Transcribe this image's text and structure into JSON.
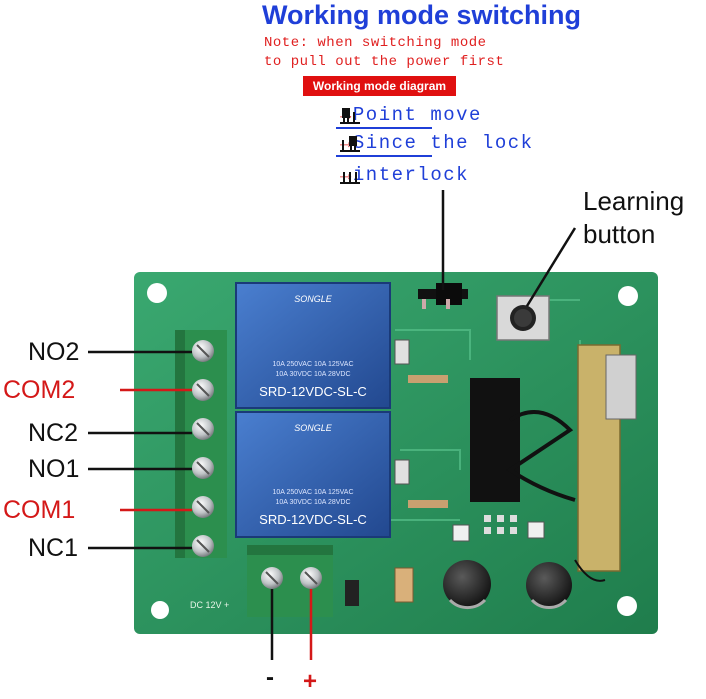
{
  "title": "Working mode switching",
  "note_lines": [
    "Note: when switching mode",
    "to pull out the power first"
  ],
  "diagram_badge": "Working mode diagram",
  "modes": [
    {
      "arrow": "→",
      "label": "Point move"
    },
    {
      "arrow": "→",
      "label": "Since the lock"
    },
    {
      "arrow": "→",
      "label": "interlock"
    }
  ],
  "learning_button_lines": [
    "Learning",
    "button"
  ],
  "pins": [
    {
      "label": "NO2",
      "color": "#111111"
    },
    {
      "label": "COM2",
      "color": "#d41818"
    },
    {
      "label": "NC2",
      "color": "#111111"
    },
    {
      "label": "NO1",
      "color": "#111111"
    },
    {
      "label": "COM1",
      "color": "#d41818"
    },
    {
      "label": "NC1",
      "color": "#111111"
    }
  ],
  "relays": [
    {
      "brand": "SONGLE",
      "rating1": "10A 250VAC  10A 125VAC",
      "rating2": "10A 30VDC  10A 28VDC",
      "model": "SRD-12VDC-SL-C"
    },
    {
      "brand": "SONGLE",
      "rating1": "10A 250VAC  10A 125VAC",
      "rating2": "10A 30VDC  10A 28VDC",
      "model": "SRD-12VDC-SL-C"
    }
  ],
  "power_label": "DC 12V +",
  "polarity": {
    "negative": "-",
    "positive": "+"
  },
  "colors": {
    "title_blue": "#1f3fd8",
    "note_red": "#e02020",
    "pcb_green": "#2f9a62",
    "relay_blue": "#2e5fb0"
  }
}
